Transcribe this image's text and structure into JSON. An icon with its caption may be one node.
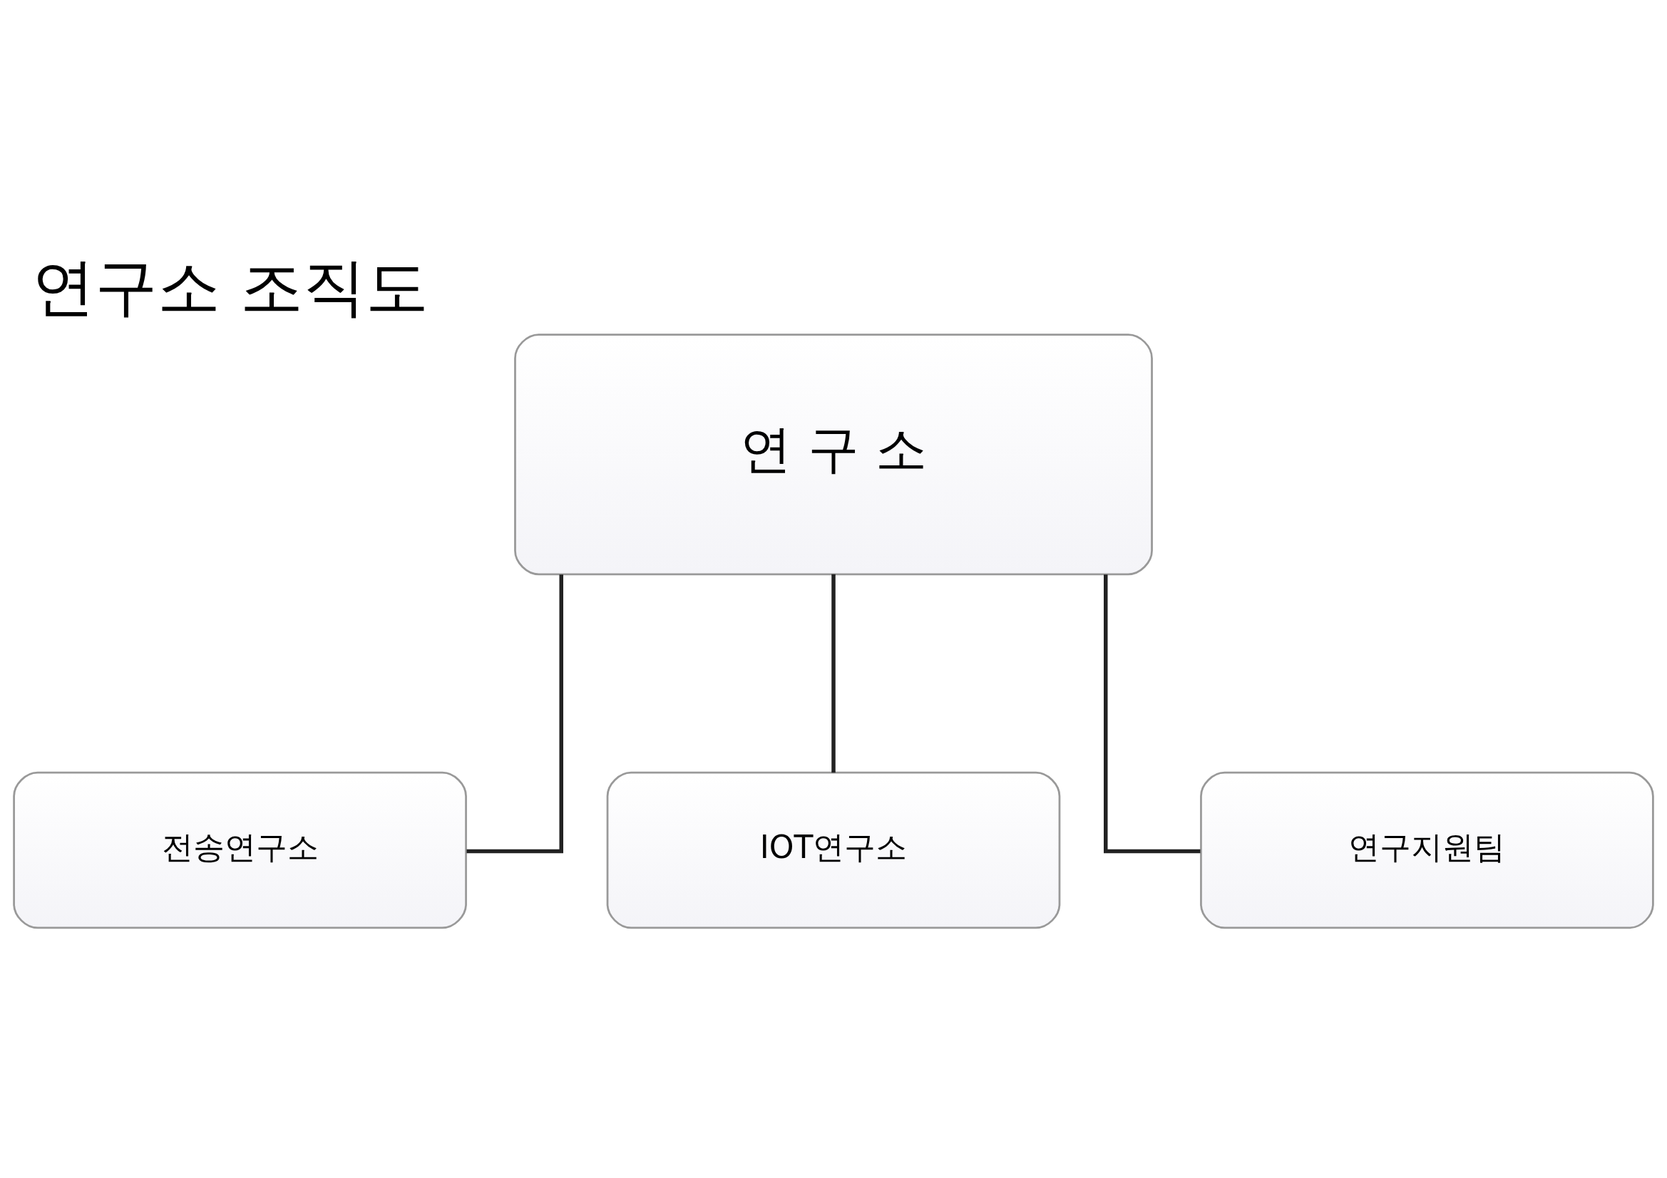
{
  "diagram": {
    "title": "연구소 조직도",
    "nodes": [
      {
        "text": [
          "연 구 소"
        ]
      },
      {
        "text": [
          "전송연구소"
        ]
      },
      {
        "text": [
          "IOT연구소"
        ]
      },
      {
        "text": [
          "연구지원팀"
        ]
      }
    ],
    "edges": [
      {
        "from": 0,
        "to": 1,
        "arrow": "none"
      },
      {
        "from": 0,
        "to": 2,
        "arrow": "none"
      },
      {
        "from": 0,
        "to": 3,
        "arrow": "none"
      }
    ]
  }
}
